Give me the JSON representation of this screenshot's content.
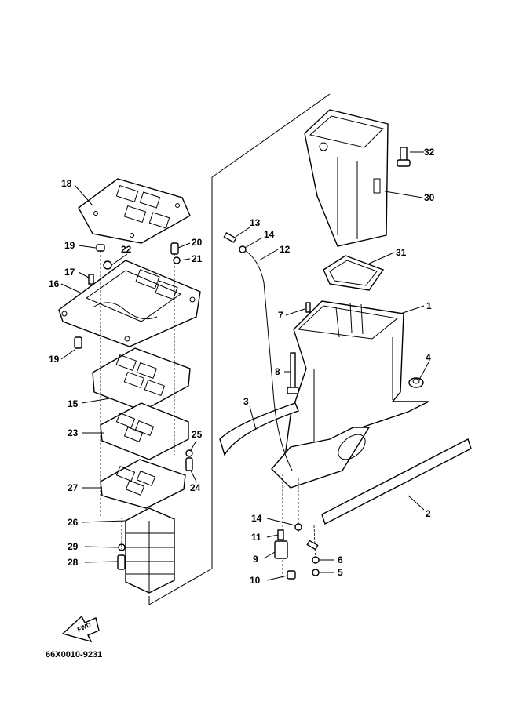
{
  "diagram": {
    "drawing_code": "66X0010-9231",
    "direction_label": "FWD",
    "callouts": {
      "c1": "1",
      "c2": "2",
      "c3": "3",
      "c4": "4",
      "c5": "5",
      "c6": "6",
      "c7": "7",
      "c8": "8",
      "c9": "9",
      "c10": "10",
      "c11": "11",
      "c12": "12",
      "c13": "13",
      "c14a": "14",
      "c14b": "14",
      "c15": "15",
      "c16": "16",
      "c17": "17",
      "c18": "18",
      "c19a": "19",
      "c19b": "19",
      "c20": "20",
      "c21": "21",
      "c22": "22",
      "c23": "23",
      "c24": "24",
      "c25": "25",
      "c26": "26",
      "c27": "27",
      "c28": "28",
      "c29": "29",
      "c30": "30",
      "c31": "31",
      "c32": "32"
    }
  }
}
